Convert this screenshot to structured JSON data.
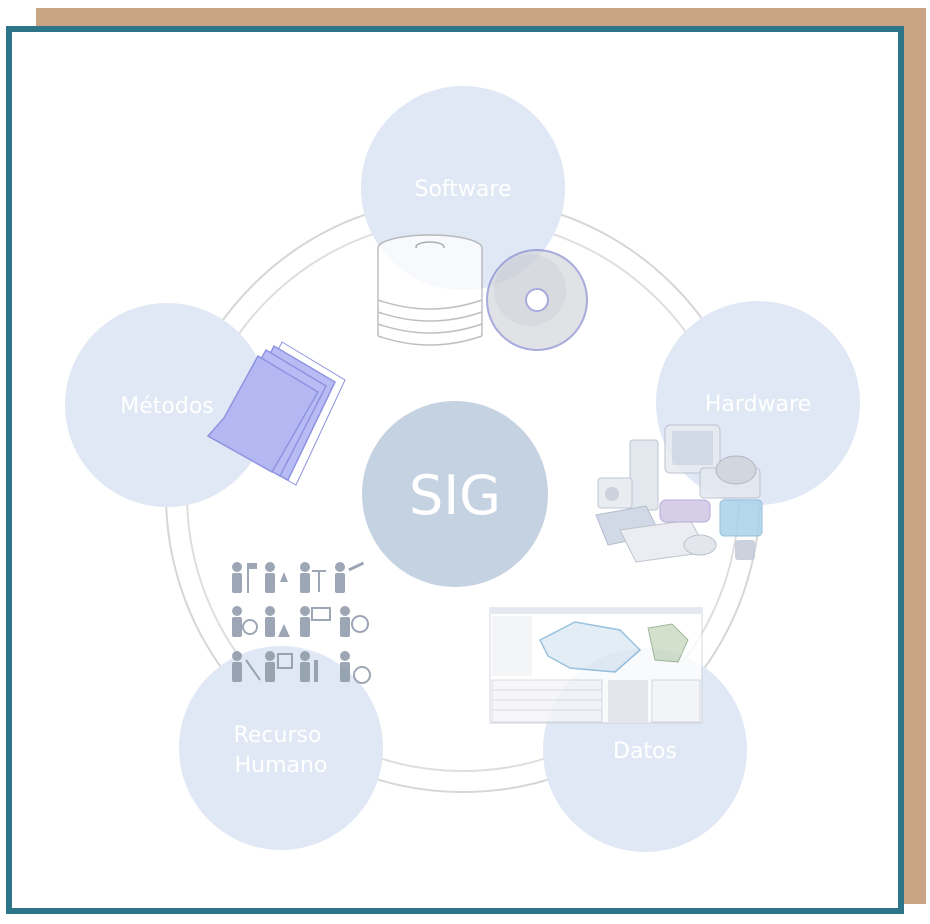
{
  "diagram": {
    "center": {
      "label": "SIG"
    },
    "nodes": [
      {
        "id": "software",
        "label_lines": [
          "Software"
        ]
      },
      {
        "id": "hardware",
        "label_lines": [
          "Hardware"
        ]
      },
      {
        "id": "datos",
        "label_lines": [
          "Datos"
        ]
      },
      {
        "id": "recurso-humano",
        "label_lines": [
          "Recurso",
          "Humano"
        ]
      },
      {
        "id": "metodos",
        "label_lines": [
          "Métodos"
        ]
      }
    ],
    "illustrations": [
      {
        "id": "software-disc-illustration",
        "icon": "cd-spindle-and-disc-icon"
      },
      {
        "id": "hardware-devices-illustration",
        "icon": "computer-hardware-icon"
      },
      {
        "id": "datos-gis-screenshot-illustration",
        "icon": "gis-software-screenshot-icon"
      },
      {
        "id": "recurso-humano-people-illustration",
        "icon": "professionals-pictograms-icon"
      },
      {
        "id": "metodos-documents-illustration",
        "icon": "document-stack-icon"
      }
    ],
    "colors": {
      "frame_border": "#2e7589",
      "frame_shadow": "#c9a586",
      "node_fill": "#dfe8f4",
      "center_fill": "#c5d2e1",
      "ring": "#d5d5d5",
      "text": "#ffffff"
    }
  }
}
